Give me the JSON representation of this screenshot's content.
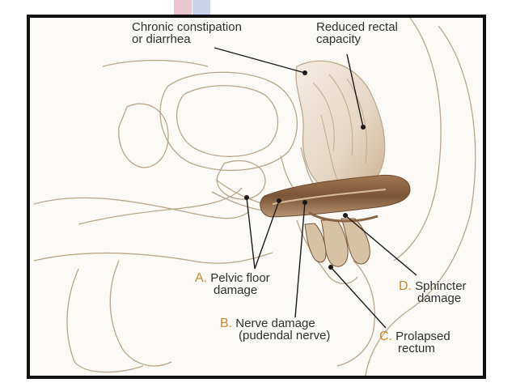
{
  "colors": {
    "frame": "#111111",
    "outline": "#b9a688",
    "rectum": "#7a5536",
    "rectum_light": "#c9a987",
    "letter": "#c8872a",
    "text": "#2f2f2f",
    "leader": "#1a1a1a"
  },
  "labels": {
    "constipation": [
      "Chronic constipation",
      "or diarrhea"
    ],
    "capacity": [
      "Reduced rectal",
      "capacity"
    ],
    "pelvic": {
      "letter": "A.",
      "lines": [
        "Pelvic floor",
        "damage"
      ]
    },
    "nerve": {
      "letter": "B.",
      "lines": [
        "Nerve damage",
        "(pudendal nerve)"
      ]
    },
    "prolapse": {
      "letter": "C.",
      "lines": [
        "Prolapsed",
        "rectum"
      ]
    },
    "sphincter": {
      "letter": "D.",
      "lines": [
        "Sphincter",
        "damage"
      ]
    }
  }
}
